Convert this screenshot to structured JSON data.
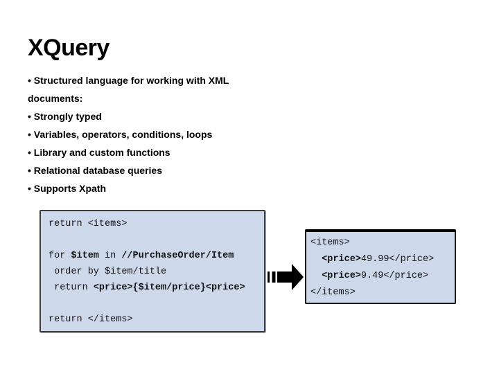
{
  "slide": {
    "title": "XQuery",
    "bullet_char": "•",
    "bullets": [
      "Structured language for working with XML documents:",
      "Strongly typed",
      "Variables, operators, conditions, loops",
      "Library and custom functions",
      "Relational database queries",
      "Supports Xpath"
    ]
  },
  "code_query": {
    "lines": [
      [
        {
          "t": "return <items>",
          "b": false
        }
      ],
      [],
      [
        {
          "t": "for ",
          "b": false
        },
        {
          "t": "$item",
          "b": true
        },
        {
          "t": " in ",
          "b": false
        },
        {
          "t": "//PurchaseOrder/Item",
          "b": true
        }
      ],
      [
        {
          "t": " order by $item/title",
          "b": false
        }
      ],
      [
        {
          "t": " return ",
          "b": false
        },
        {
          "t": "<price>{$item/price}<price>",
          "b": true
        }
      ],
      [],
      [
        {
          "t": "return </items>",
          "b": false
        }
      ]
    ]
  },
  "code_result": {
    "lines": [
      [
        {
          "t": "<items>",
          "b": false
        }
      ],
      [
        {
          "t": "  ",
          "b": false
        },
        {
          "t": "<price>",
          "b": true
        },
        {
          "t": "49.99</price>",
          "b": false
        }
      ],
      [
        {
          "t": "  ",
          "b": false
        },
        {
          "t": "<price>",
          "b": true
        },
        {
          "t": "9.49</price>",
          "b": false
        }
      ],
      [
        {
          "t": "</items>",
          "b": false
        }
      ]
    ]
  },
  "icons": {
    "arrow": "striped-right-arrow"
  },
  "colors": {
    "code_bg": "#cdd9ea",
    "code_border": "#3b3b3b",
    "text": "#000000",
    "arrow": "#000000"
  }
}
